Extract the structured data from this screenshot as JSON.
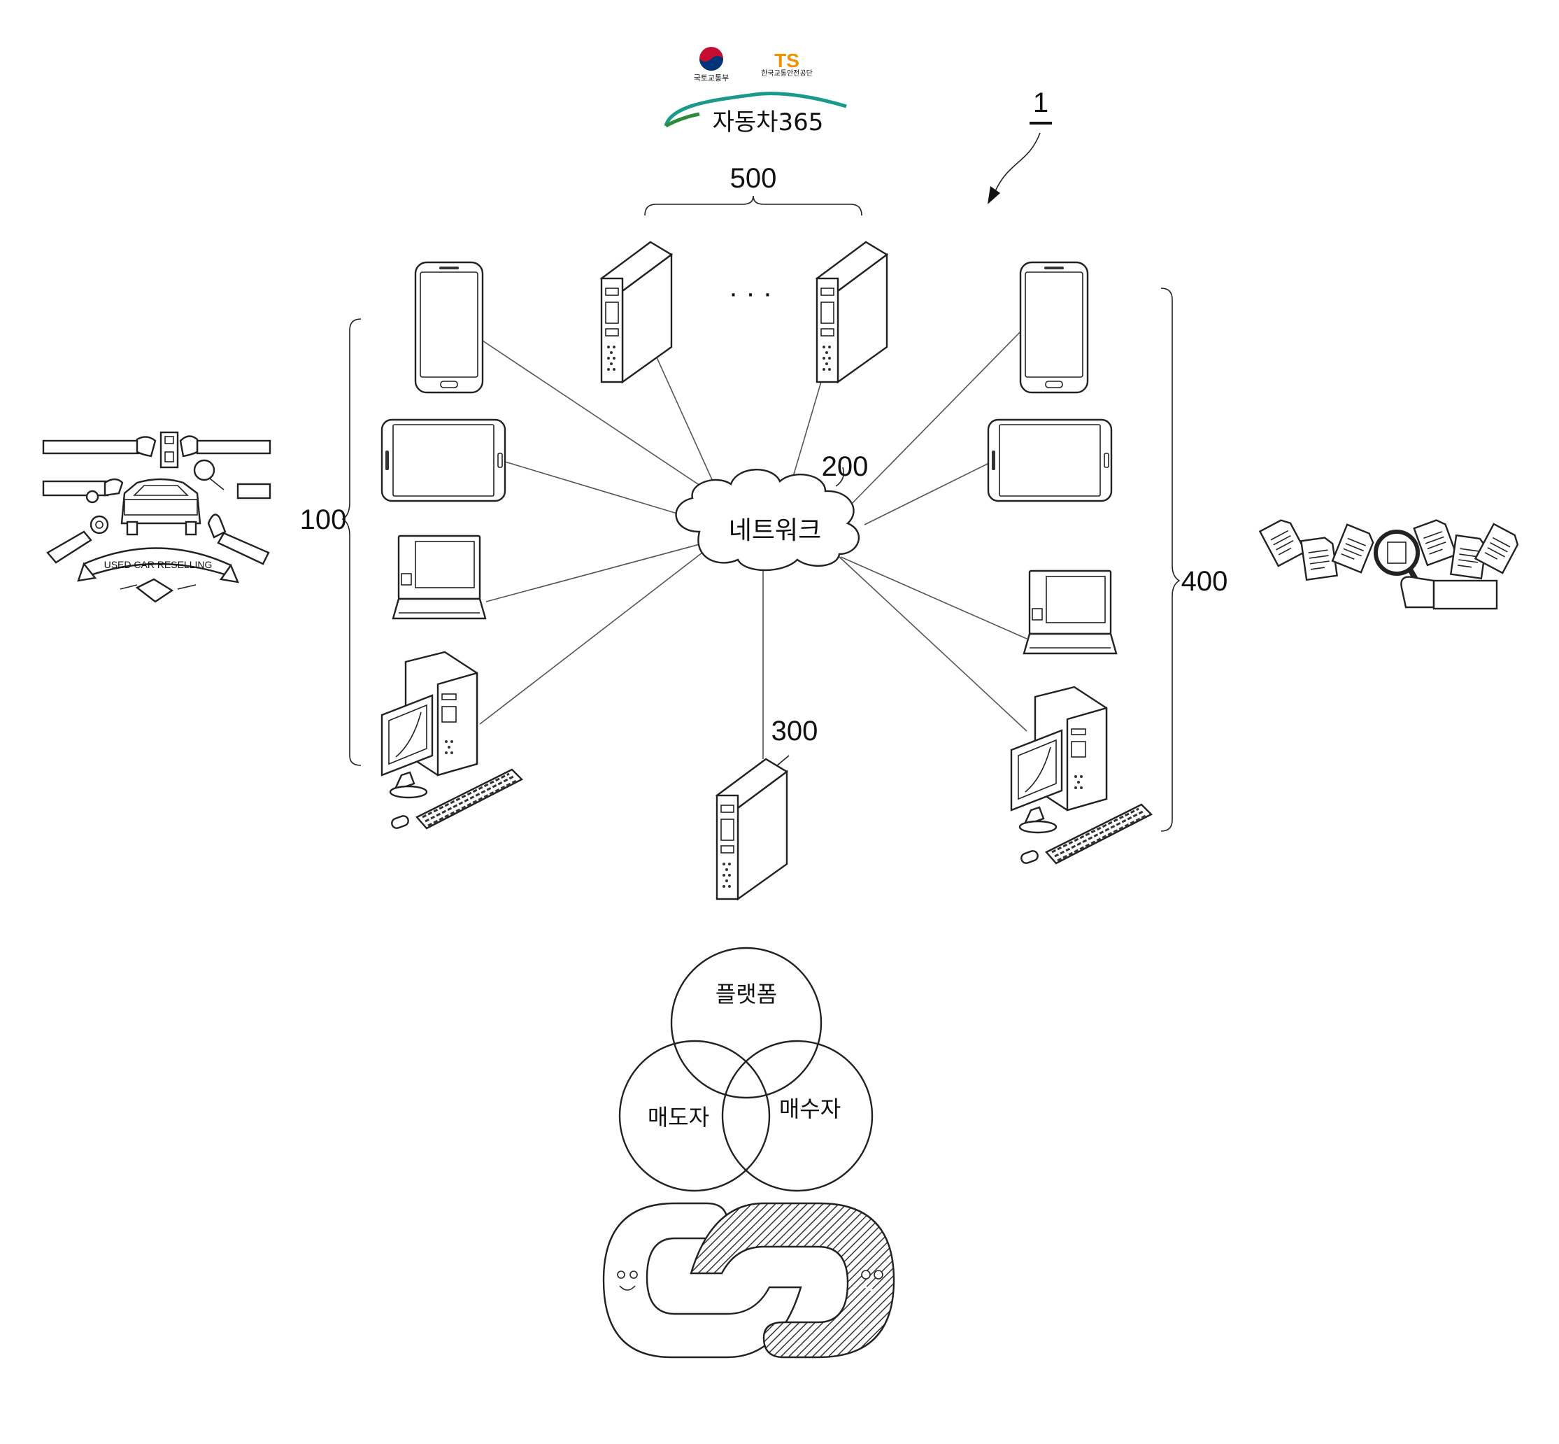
{
  "figure": {
    "ref_system": "1",
    "ref_terminals_left": "100",
    "ref_network": "200",
    "ref_server": "300",
    "ref_terminals_right": "400",
    "ref_external_servers": "500",
    "ellipsis": "· · ·",
    "network_label": "네트워크"
  },
  "logo": {
    "ministry_text": "국토교통부",
    "ts_text": "TS",
    "ts_caption": "한국교통안전공단",
    "service_name": "자동차365",
    "colors": {
      "ts_orange": "#f39200",
      "ts_blue": "#1e5aa8",
      "teal": "#1a9a8a",
      "green": "#2e8b3a"
    }
  },
  "venn": {
    "top": "플랫폼",
    "left": "매도자",
    "right": "매수자"
  },
  "used_car_banner": "USED CAR RESELLING"
}
